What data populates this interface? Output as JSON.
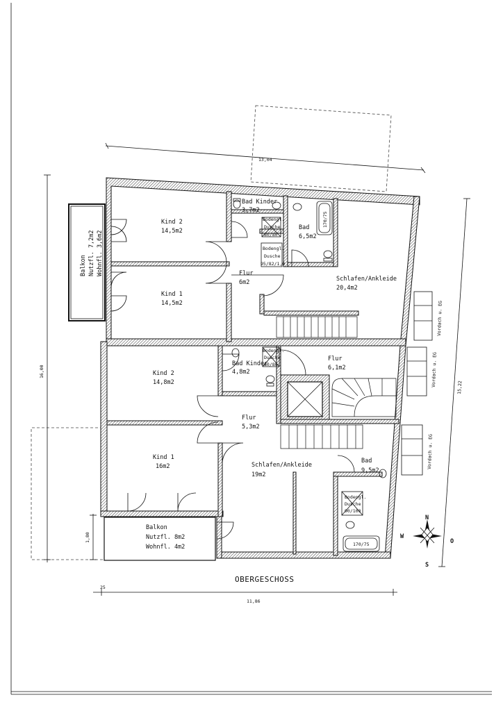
{
  "title": "OBERGESCHOSS",
  "dimensions": {
    "top_width": "13,04",
    "bottom_width": "11,86",
    "bottom_offset": "25",
    "left_height": "16,00",
    "right_height": "15,22",
    "balcony_depth": "1,80"
  },
  "rooms": {
    "upper_kind2": {
      "name": "Kind  2",
      "area": "14,5m2"
    },
    "upper_kind1": {
      "name": "Kind  1",
      "area": "14,5m2"
    },
    "upper_bad_kinder": {
      "name": "Bad  Kinder",
      "area": "3,7m2"
    },
    "upper_bad": {
      "name": "Bad",
      "area": "6,5m2"
    },
    "upper_flur": {
      "name": "Flur",
      "area": "6m2"
    },
    "upper_schlafen": {
      "name": "Schlafen/Ankleide",
      "area": "20,4m2"
    },
    "lower_kind2": {
      "name": "Kind  2",
      "area": "14,8m2"
    },
    "lower_kind1": {
      "name": "Kind  1",
      "area": "16m2"
    },
    "lower_bad_kinder": {
      "name": "Bad  Kinder",
      "area": "4,8m2"
    },
    "lower_flur_left": {
      "name": "Flur",
      "area": "5,3m2"
    },
    "lower_flur_right": {
      "name": "Flur",
      "area": "6,1m2"
    },
    "lower_schlafen": {
      "name": "Schlafen/Ankleide",
      "area": "19m2"
    },
    "lower_bad": {
      "name": "Bad",
      "area": "9,5m2"
    }
  },
  "balconies": {
    "left": {
      "name": "Balkon",
      "nutzfl": "Nutzfl.  7,2m2",
      "wohnfl": "Wohnfl.  3,6m2"
    },
    "bottom": {
      "name": "Balkon",
      "nutzfl": "Nutzfl.  8m2",
      "wohnfl": "Wohnfl.  4m2"
    }
  },
  "fixtures": {
    "dusche1": [
      "Bodengl.",
      "Dusche",
      "80/80"
    ],
    "dusche2": [
      "Bodengl.",
      "Dusche",
      "95/82/1,0"
    ],
    "dusche3": [
      "Bodengl.",
      "Dusche",
      "80/80"
    ],
    "dusche4": [
      "Bodengl.",
      "Dusche",
      "90/100"
    ],
    "bathtub_upper": "170/75",
    "bathtub_lower": "170/75"
  },
  "vordach": "Vordach  u.  EG",
  "compass": {
    "n": "N",
    "s": "S",
    "w": "W",
    "o": "O"
  }
}
